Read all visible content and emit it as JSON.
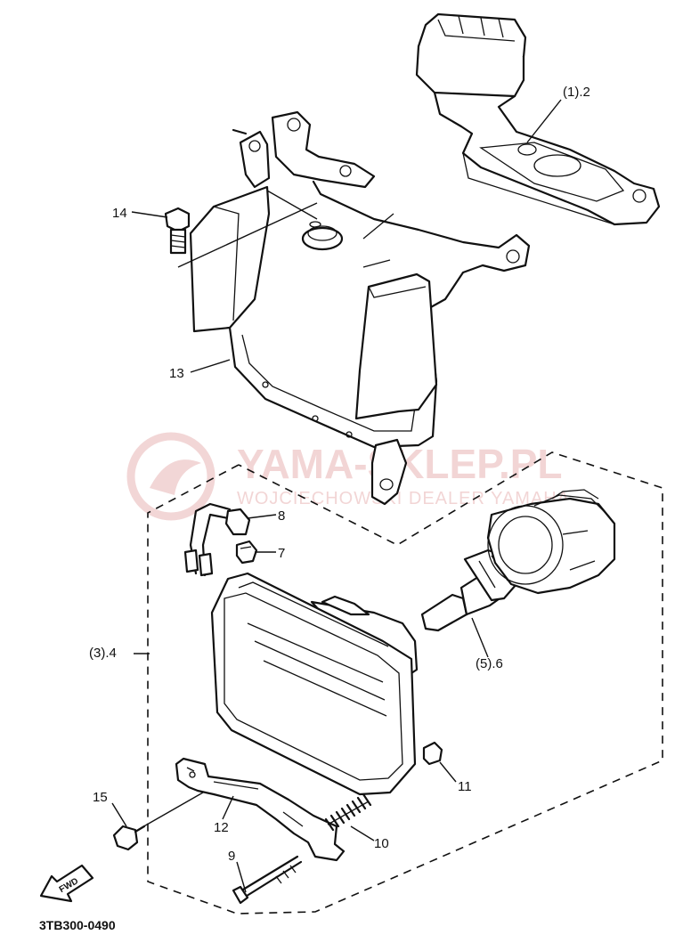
{
  "diagram": {
    "part_code": "3TB300-0490",
    "watermark": {
      "title": "YAMA-SKLEP.PL",
      "subtitle": "WOJCIECHOWSKI DEALER YAMAHA"
    },
    "callouts": {
      "c1": "(1).2",
      "c2": "14",
      "c3": "13",
      "c4": "8",
      "c5": "7",
      "c6": "(3).4",
      "c7": "(5).6",
      "c8": "11",
      "c9": "15",
      "c10": "12",
      "c11": "10",
      "c12": "9"
    },
    "fwd_label": "FWD"
  }
}
